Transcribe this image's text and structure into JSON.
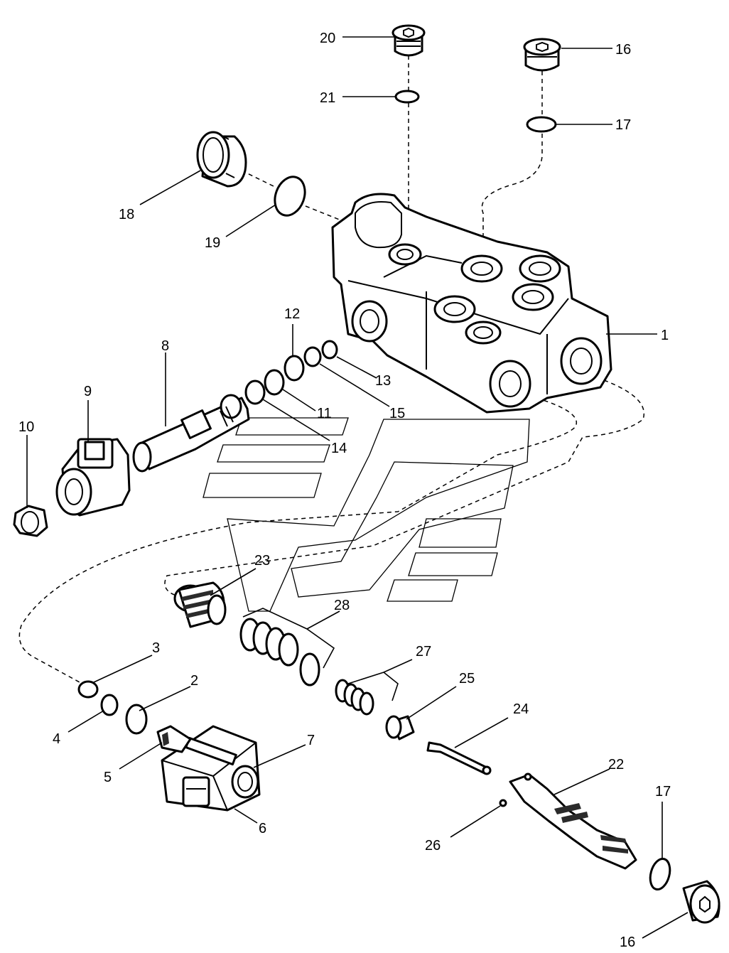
{
  "diagram": {
    "callouts": [
      "1",
      "2",
      "3",
      "4",
      "5",
      "6",
      "7",
      "8",
      "9",
      "10",
      "11",
      "12",
      "13",
      "14",
      "15",
      "16",
      "16",
      "17",
      "17",
      "18",
      "19",
      "20",
      "21",
      "22",
      "23",
      "24",
      "25",
      "26",
      "27",
      "28"
    ]
  }
}
